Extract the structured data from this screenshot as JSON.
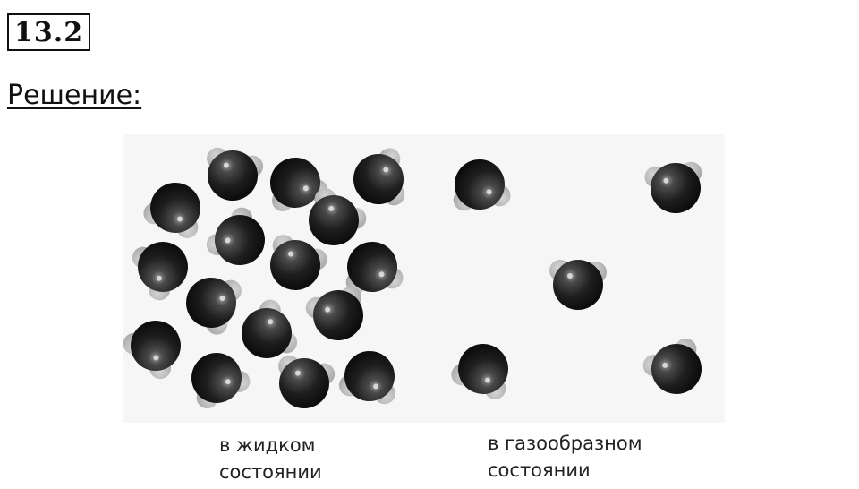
{
  "problem": {
    "number": "13.2"
  },
  "solution": {
    "heading": "Решение:"
  },
  "figure": {
    "captions": {
      "liquid": {
        "line1": "в жидком",
        "line2": "состоянии"
      },
      "gas": {
        "line1": "в газообразном",
        "line2": "состоянии"
      }
    },
    "colors": {
      "oxygen": "#1c1c1c",
      "hydrogen": "#b8b8b8",
      "background": "#f6f6f6"
    }
  }
}
